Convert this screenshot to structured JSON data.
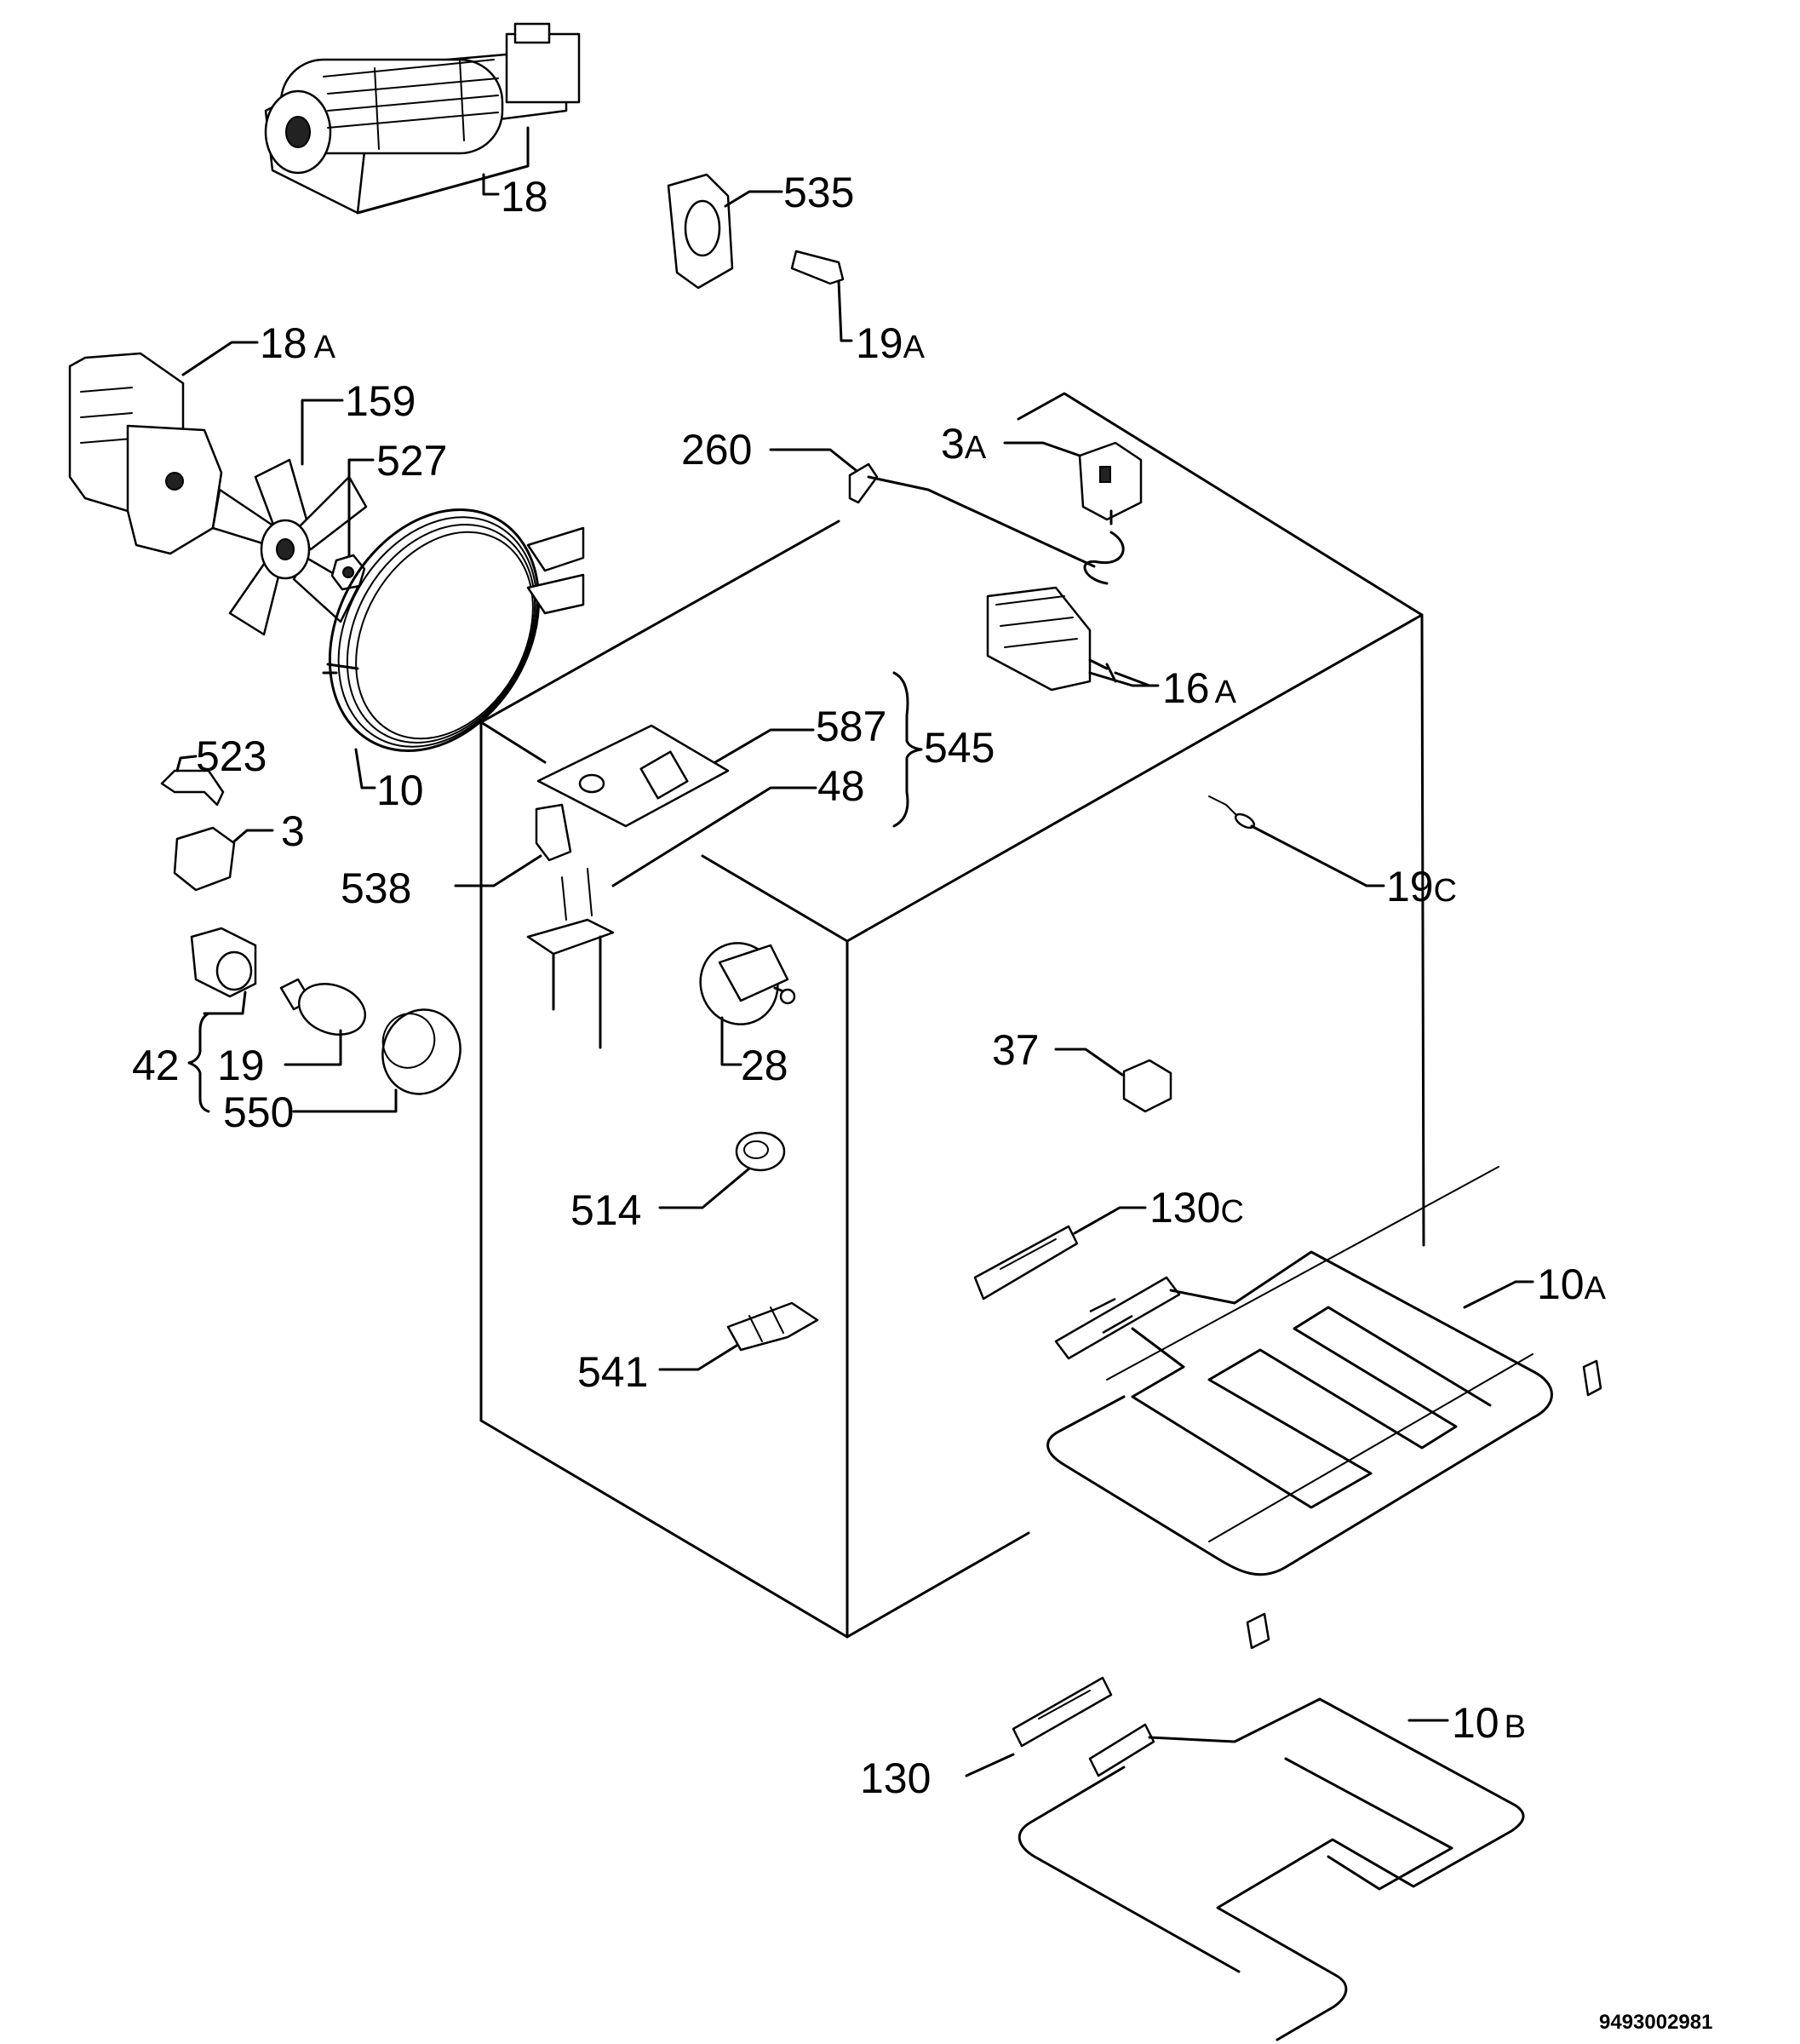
{
  "labels": {
    "l18": "18",
    "l535": "535",
    "l19a": "19",
    "l19a_s": "A",
    "l18a": "18",
    "l18a_s": "A",
    "l159": "159",
    "l527": "527",
    "l260": "260",
    "l3a": "3",
    "l3a_s": "A",
    "l16a": "16",
    "l16a_s": "A",
    "l10": "10",
    "l523": "523",
    "l3": "3",
    "l587": "587",
    "l545": "545",
    "l48": "48",
    "l538": "538",
    "l19c": "19",
    "l19c_s": "C",
    "l42": "42",
    "l19": "19",
    "l550": "550",
    "l28": "28",
    "l37": "37",
    "l514": "514",
    "l130c": "130",
    "l130c_s": "C",
    "l10a": "10",
    "l10a_s": "A",
    "l541": "541",
    "l130": "130",
    "l10b": "10",
    "l10b_s": "B"
  },
  "drawing_code": "9493002981"
}
